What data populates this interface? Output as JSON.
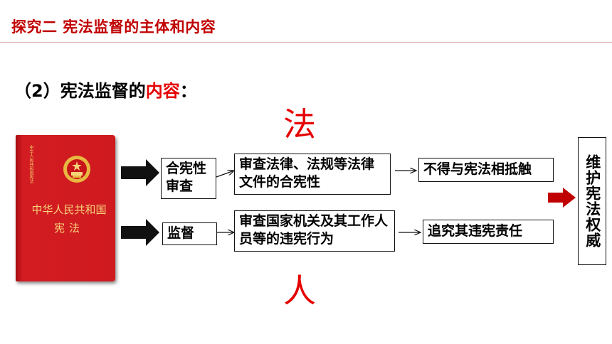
{
  "header": {
    "title": "探究二  宪法监督的主体和内容"
  },
  "subtitle": {
    "prefix": "（2）宪法监督的",
    "highlight": "内容",
    "suffix": "："
  },
  "labels": {
    "fa": "法",
    "ren": "人"
  },
  "book": {
    "spine": "中华人民共和国宪法",
    "title_line1": "中华人民共和国",
    "title_line2": "宪法"
  },
  "rows": [
    {
      "type": "合宪性审查",
      "content": "审查法律、法规等法律文件的合宪性",
      "result": "不得与宪法相抵触"
    },
    {
      "type": "监督",
      "content": "审查国家机关及其工作人员等的违宪行为",
      "result": "追究其违宪责任"
    }
  ],
  "final": "维护宪法权威",
  "colors": {
    "accent": "#e60000",
    "header": "#c00000",
    "arrow_red": "#c00000",
    "arrow_dark": "#111111"
  }
}
